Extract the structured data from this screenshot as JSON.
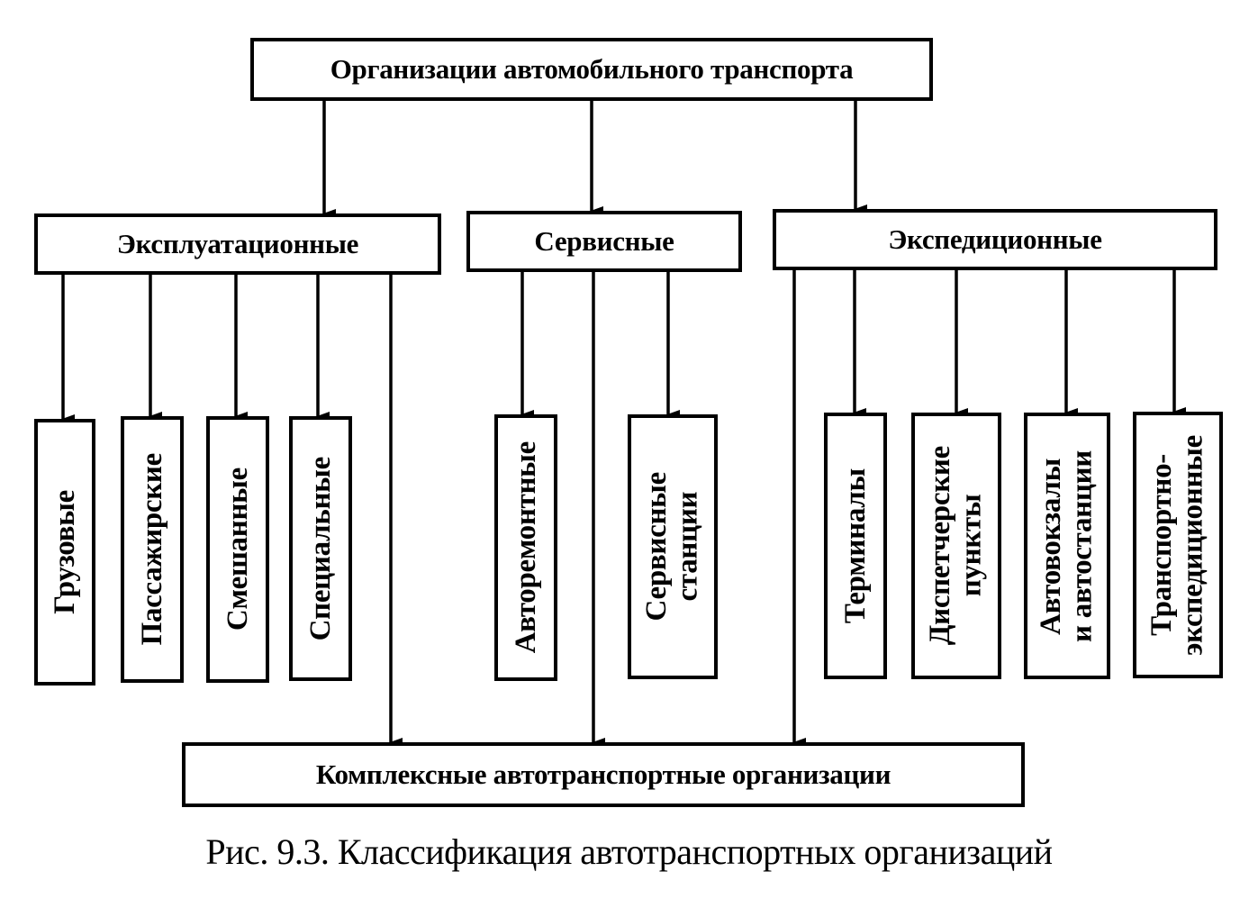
{
  "figure": {
    "caption": "Рис. 9.3. Классификация автотранспортных организаций"
  },
  "diagram": {
    "root": {
      "id": "root",
      "label": "Организации автомобильного транспорта"
    },
    "categories": [
      {
        "id": "cat-exploitation",
        "label": "Эксплуатационные"
      },
      {
        "id": "cat-service",
        "label": "Сервисные"
      },
      {
        "id": "cat-expedition",
        "label": "Экспедиционные"
      }
    ],
    "leaves": [
      {
        "id": "leaf-cargo",
        "parent": "cat-exploitation",
        "label": "Грузовые"
      },
      {
        "id": "leaf-passenger",
        "parent": "cat-exploitation",
        "label": "Пассажирские"
      },
      {
        "id": "leaf-mixed",
        "parent": "cat-exploitation",
        "label": "Смешанные"
      },
      {
        "id": "leaf-special",
        "parent": "cat-exploitation",
        "label": "Специальные"
      },
      {
        "id": "leaf-repair",
        "parent": "cat-service",
        "label": "Авторемонтные"
      },
      {
        "id": "leaf-service-stations",
        "parent": "cat-service",
        "label": "Сервисные\nстанции"
      },
      {
        "id": "leaf-terminals",
        "parent": "cat-expedition",
        "label": "Терминалы"
      },
      {
        "id": "leaf-dispatch",
        "parent": "cat-expedition",
        "label": "Диспетчерские\nпункты"
      },
      {
        "id": "leaf-bus-stations",
        "parent": "cat-expedition",
        "label": "Автовокзалы\nи автостанции"
      },
      {
        "id": "leaf-forwarding",
        "parent": "cat-expedition",
        "label": "Транспортно-\nэкспедиционные"
      }
    ],
    "complex": {
      "id": "complex",
      "label": "Комплексные автотранспортные организации"
    },
    "edges": [
      {
        "from": "root",
        "to": "cat-exploitation"
      },
      {
        "from": "root",
        "to": "cat-service"
      },
      {
        "from": "root",
        "to": "cat-expedition"
      },
      {
        "from": "cat-exploitation",
        "to": "leaf-cargo"
      },
      {
        "from": "cat-exploitation",
        "to": "leaf-passenger"
      },
      {
        "from": "cat-exploitation",
        "to": "leaf-mixed"
      },
      {
        "from": "cat-exploitation",
        "to": "leaf-special"
      },
      {
        "from": "cat-exploitation",
        "to": "complex"
      },
      {
        "from": "cat-service",
        "to": "leaf-repair"
      },
      {
        "from": "cat-service",
        "to": "complex"
      },
      {
        "from": "cat-service",
        "to": "leaf-service-stations"
      },
      {
        "from": "cat-expedition",
        "to": "complex"
      },
      {
        "from": "cat-expedition",
        "to": "leaf-terminals"
      },
      {
        "from": "cat-expedition",
        "to": "leaf-dispatch"
      },
      {
        "from": "cat-expedition",
        "to": "leaf-bus-stations"
      },
      {
        "from": "cat-expedition",
        "to": "leaf-forwarding"
      }
    ]
  }
}
